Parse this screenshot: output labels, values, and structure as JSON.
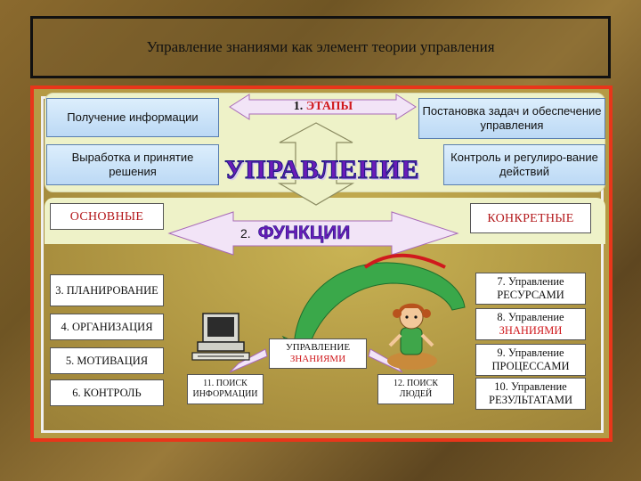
{
  "title": "Управление знаниями как элемент теории управления",
  "stages": {
    "number": "1.",
    "label": "ЭТАПЫ",
    "center_word": "УПРАВЛЕНИЕ",
    "left": [
      "Получение информации",
      "Выработка и принятие решения"
    ],
    "right": [
      "Постановка задач и обеспечение управления",
      "Контроль и регулиро-вание действий"
    ]
  },
  "functions": {
    "number": "2.",
    "label": "ФУНКЦИИ",
    "left_heading": "ОСНОВНЫЕ",
    "right_heading": "КОНКРЕТНЫЕ",
    "basic": [
      "3. ПЛАНИРОВАНИЕ",
      "4. ОРГАНИЗАЦИЯ",
      "5. МОТИВАЦИЯ",
      "6. КОНТРОЛЬ"
    ],
    "specific": [
      {
        "prefix": "7. Управление",
        "object": "РЕСУРСАМИ"
      },
      {
        "prefix": "8. Управление",
        "object": "ЗНАНИЯМИ"
      },
      {
        "prefix": "9. Управление",
        "object": "ПРОЦЕССАМИ"
      },
      {
        "prefix": "10. Управление",
        "object": "РЕЗУЛЬТАТАМИ"
      }
    ]
  },
  "center": {
    "line1": "УПРАВЛЕНИЕ",
    "line2": "ЗНАНИЯМИ",
    "search_info": "11. ПОИСК ИНФОРМАЦИИ",
    "search_people": "12. ПОИСК ЛЮДЕЙ"
  },
  "icons": [
    "computer-icon",
    "girl-character-icon"
  ],
  "colors": {
    "frame_border": "#e8361a",
    "box_blue": "#cfe5f8",
    "accent_red": "#d0191d",
    "accent_purple": "#6a1bb8",
    "arrow_fill": "#e8d0f0",
    "swoosh_green": "#3aa84a"
  }
}
